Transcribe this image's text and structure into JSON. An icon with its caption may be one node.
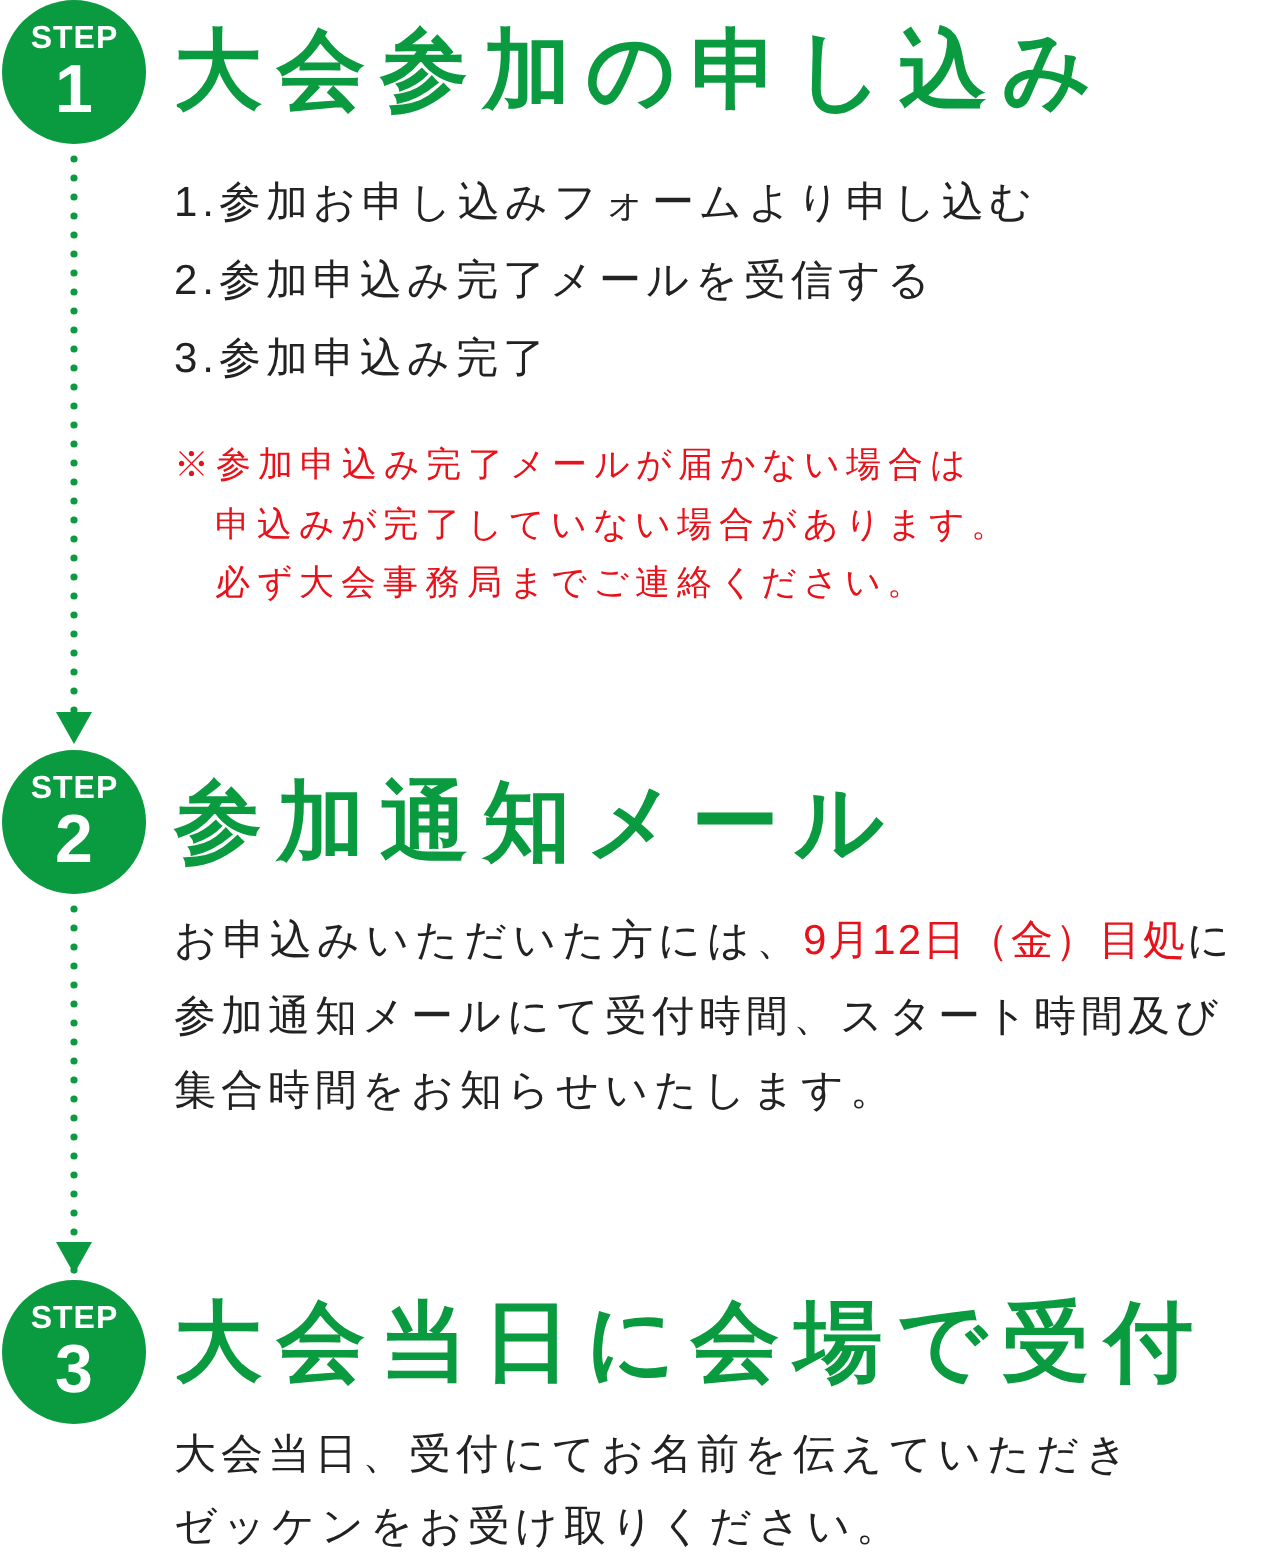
{
  "diagram": {
    "nodes": [
      {
        "text": [
          "STEP",
          "1"
        ],
        "beside": [
          "大会参加の申し込み"
        ]
      },
      {
        "text": [
          "STEP",
          "2"
        ],
        "beside": [
          "参加通知メール"
        ]
      },
      {
        "text": [
          "STEP",
          "3"
        ],
        "beside": [
          "大会当日に会場で受付"
        ]
      }
    ],
    "edges": [
      {
        "from": 0,
        "to": 1,
        "arrow": "to",
        "style": "dashed"
      },
      {
        "from": 1,
        "to": 2,
        "arrow": "to",
        "style": "dashed"
      }
    ],
    "labels": [
      "1.参加お申し込みフォームより申し込む",
      "2.参加申込み完了メールを受信する",
      "3.参加申込み完了",
      "※参加申込み完了メールが届かない場合は申込みが完了していない場合があります。必ず大会事務局までご連絡ください。",
      "お申込みいただいた方には、**9月12日（金）目処**に参加通知メールにて受付時間、スタート時間及び集合時間をお知らせいたします。",
      "大会当日、受付にてお名前を伝えていただきゼッケンをお受け取りください。"
    ]
  }
}
